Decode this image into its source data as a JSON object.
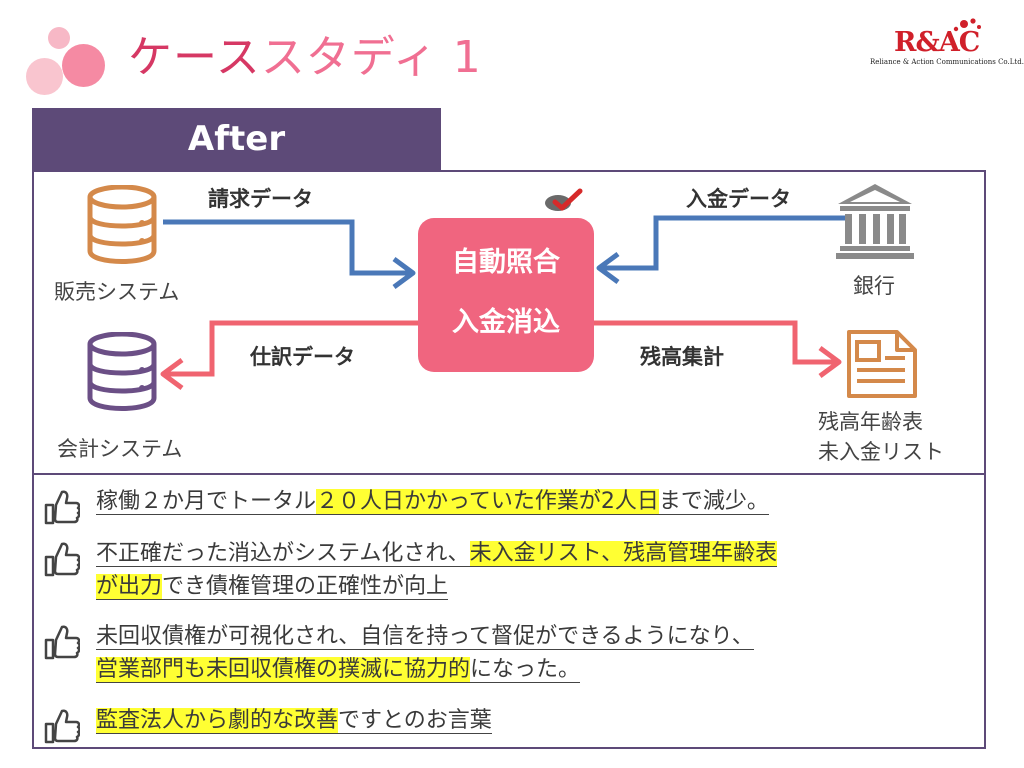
{
  "header": {
    "title_part1": "ケース",
    "title_part2": "スタディ 1",
    "logo": {
      "main": "R&AC",
      "sub": "Reliance & Action Communications Co.Ltd."
    }
  },
  "tab": {
    "label": "After"
  },
  "diagram": {
    "center": {
      "line1": "自動照合",
      "line2": "入金消込"
    },
    "nodes": {
      "sales_system": "販売システム",
      "bank": "銀行",
      "accounting_system": "会計システム",
      "report": [
        "残高年齢表",
        "未入金リスト"
      ]
    },
    "flows": {
      "invoice_data": "請求データ",
      "payment_data": "入金データ",
      "journal_data": "仕訳データ",
      "balance_totals": "残高集計"
    }
  },
  "bullets": [
    {
      "lines": [
        [
          {
            "text": "稼働２か月でトータル",
            "hl": false
          },
          {
            "text": "２０人日かかっていた作業が2人日",
            "hl": true
          },
          {
            "text": "まで減少。",
            "hl": false
          }
        ]
      ]
    },
    {
      "lines": [
        [
          {
            "text": "不正確だった消込がシステム化され、",
            "hl": false
          },
          {
            "text": "未入金リスト、残高管理年齢表",
            "hl": true
          }
        ],
        [
          {
            "text": "が出力",
            "hl": true
          },
          {
            "text": "でき債権管理の正確性が向上",
            "hl": false
          }
        ]
      ]
    },
    {
      "lines": [
        [
          {
            "text": "未回収債権が可視化され、自信を持って督促ができるようになり、",
            "hl": false
          }
        ],
        [
          {
            "text": "営業部門も未回収債権の撲滅に協力的",
            "hl": true
          },
          {
            "text": "になった。",
            "hl": false
          }
        ]
      ]
    },
    {
      "lines": [
        [
          {
            "text": "監査法人から劇的な改善",
            "hl": true
          },
          {
            "text": "ですとのお言葉",
            "hl": false
          }
        ]
      ]
    }
  ],
  "colors": {
    "title_dark": "#d63864",
    "title_light": "#f06f92",
    "frame": "#5d4a78",
    "center_box": "#f0657f",
    "arrow_blue": "#4a78b8",
    "arrow_red": "#f06470",
    "highlight": "#ffff33",
    "icon_orange": "#d4894a",
    "icon_purple": "#6b4f86",
    "icon_gray": "#8a8a8a"
  },
  "icons": [
    "circles-decoration",
    "database-icon",
    "bank-icon",
    "document-icon",
    "checkmark-logo-icon",
    "thumbs-up-icon"
  ]
}
